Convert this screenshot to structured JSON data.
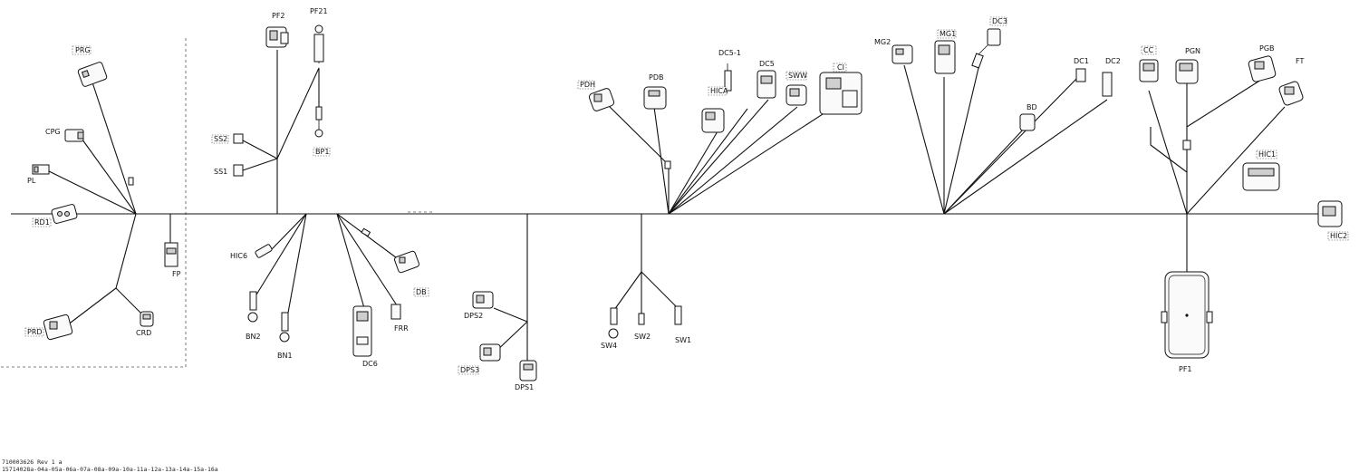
{
  "labels": {
    "PRG": "PRG",
    "CPG": "CPG",
    "PL": "PL",
    "RD1": "RD1",
    "PRD": "PRD",
    "CRD": "CRD",
    "FP": "FP",
    "PF2": "PF2",
    "PF21": "PF21",
    "SS2": "SS2",
    "SS1": "SS1",
    "BP1": "BP1",
    "HIC6": "HIC6",
    "BN2": "BN2",
    "BN1": "BN1",
    "DC6": "DC6",
    "FRR": "FRR",
    "DB": "DB",
    "DPS2": "DPS2",
    "DPS3": "DPS3",
    "DPS1": "DPS1",
    "SW4": "SW4",
    "SW2": "SW2",
    "SW1": "SW1",
    "PDH": "PDH",
    "PDB": "PDB",
    "DC5-1": "DC5-1",
    "HICA": "HICA",
    "DC5": "DC5",
    "SWW": "SWW",
    "CI": "CI",
    "MG2": "MG2",
    "MG1": "MG1",
    "DC3": "DC3",
    "DC1": "DC1",
    "DC2": "DC2",
    "BD": "BD",
    "CC": "CC",
    "PGN": "PGN",
    "PGB": "PGB",
    "FT": "FT",
    "HIC1": "HIC1",
    "HIC2": "HIC2",
    "PF1": "PF1"
  },
  "footer": {
    "doc_id": "710003626 Rev 1 a",
    "pages": "15714028a-04a-05a-06a-07a-08a-09a-10a-11a-12a-13a-14a-15a-16a"
  }
}
